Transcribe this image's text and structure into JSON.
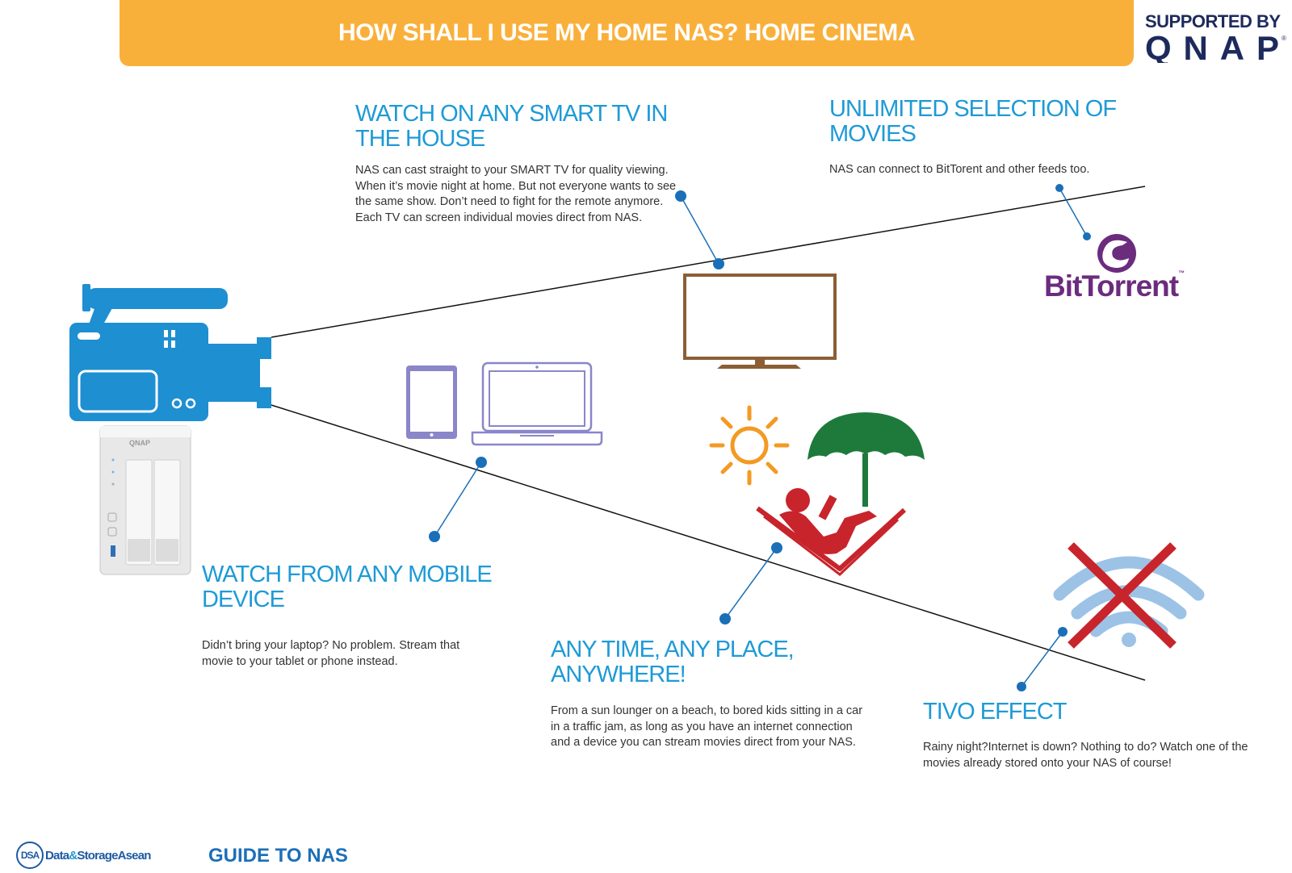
{
  "banner": {
    "title": "HOW SHALL I USE MY HOME NAS? HOME CINEMA"
  },
  "sponsor": {
    "label": "SUPPORTED BY",
    "logo": "QNAP"
  },
  "sections": {
    "smart_tv": {
      "heading": "WATCH ON ANY SMART TV IN THE HOUSE",
      "text": "NAS can cast straight to your SMART TV for quality viewing. When it’s movie night at home. But not everyone wants to see the same show. Don’t need to fight for the remote anymore. Each TV can screen individual movies direct from NAS."
    },
    "unlimited": {
      "heading": "UNLIMITED SELECTION OF MOVIES",
      "text": "NAS can connect to BitTorent and other feeds too."
    },
    "mobile": {
      "heading": "WATCH FROM ANY MOBILE DEVICE",
      "text": "Didn’t bring your laptop? No problem. Stream that movie to your tablet or phone instead."
    },
    "anytime": {
      "heading": "ANY TIME, ANY PLACE, ANYWHERE!",
      "text": "From a sun lounger on a beach, to bored kids sitting in a car in a traffic jam, as long as you have an internet connection and a device you can stream movies direct from your NAS."
    },
    "tivo": {
      "heading": "TIVO EFFECT",
      "text": "Rainy night?Internet is down? Nothing to do? Watch one of the movies already stored onto your NAS of course!"
    }
  },
  "logos": {
    "bittorrent": "BitTorrent",
    "nas_brand": "QNAP",
    "dsa_badge": "DSA",
    "dsa_name_a": "Data",
    "dsa_amp": "&",
    "dsa_name_b": "StorageAsean"
  },
  "footer": {
    "guide": "GUIDE TO NAS"
  },
  "colors": {
    "banner": "#f9b03b",
    "heading": "#1e9ad6",
    "camera": "#1e8fd0",
    "dot": "#1a6fb8",
    "tv": "#8b5e34",
    "devices": "#8a86c9",
    "sun": "#f39a23",
    "umbrella": "#1e7a3a",
    "lounger": "#c8242b",
    "wifi": "#9cc3e6",
    "cross": "#c8242b"
  },
  "icons": [
    "video-camera-icon",
    "nas-device-icon",
    "tv-icon",
    "tablet-icon",
    "laptop-icon",
    "sun-icon",
    "umbrella-icon",
    "sun-lounger-icon",
    "wifi-off-icon",
    "bittorrent-icon"
  ]
}
